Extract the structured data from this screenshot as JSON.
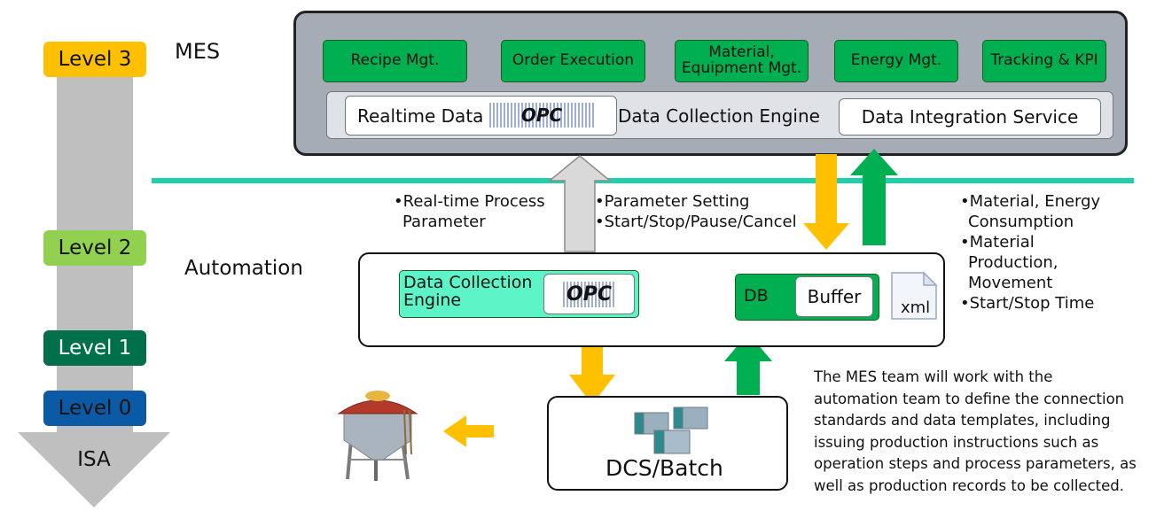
{
  "isa": {
    "levels": [
      {
        "label": "Level 3",
        "color": "#ffc000"
      },
      {
        "label": "Level 2",
        "color": "#92d050"
      },
      {
        "label": "Level 1",
        "color": "#00704a"
      },
      {
        "label": "Level 0",
        "color": "#0b5aa5"
      }
    ],
    "arrow_label": "ISA"
  },
  "layers": {
    "mes": "MES",
    "automation": "Automation"
  },
  "mes": {
    "modules": [
      "Recipe Mgt.",
      "Order Execution",
      "Material, Equipment Mgt.",
      "Energy Mgt.",
      "Tracking & KPI"
    ],
    "realtime_data": "Realtime Data",
    "opc_logo": "OPC",
    "data_collection_engine": "Data Collection Engine",
    "data_integration_service": "Data Integration Service"
  },
  "flows": {
    "realtime_bullet": [
      "Real-time Process",
      "Parameter"
    ],
    "setting_bullets": [
      "Parameter Setting",
      "Start/Stop/Pause/Cancel"
    ],
    "right_bullets": [
      "Material, Energy",
      "Consumption",
      "Material",
      "Production,",
      "Movement",
      "Start/Stop Time"
    ]
  },
  "automation": {
    "data_collection_engine": [
      "Data Collection",
      "Engine"
    ],
    "db": "DB",
    "buffer": "Buffer",
    "xml": "xml"
  },
  "dcs": {
    "label": "DCS/Batch"
  },
  "note": [
    "The MES team will work with the",
    "automation team to define the connection",
    "standards and data templates, including",
    "issuing production instructions such as",
    "operation steps and process parameters, as",
    "well as production records to be collected."
  ],
  "colors": {
    "separator": "#1fd1a8",
    "arrow_yellow": "#ffc000",
    "arrow_green": "#00b050",
    "module_green": "#00b050"
  }
}
